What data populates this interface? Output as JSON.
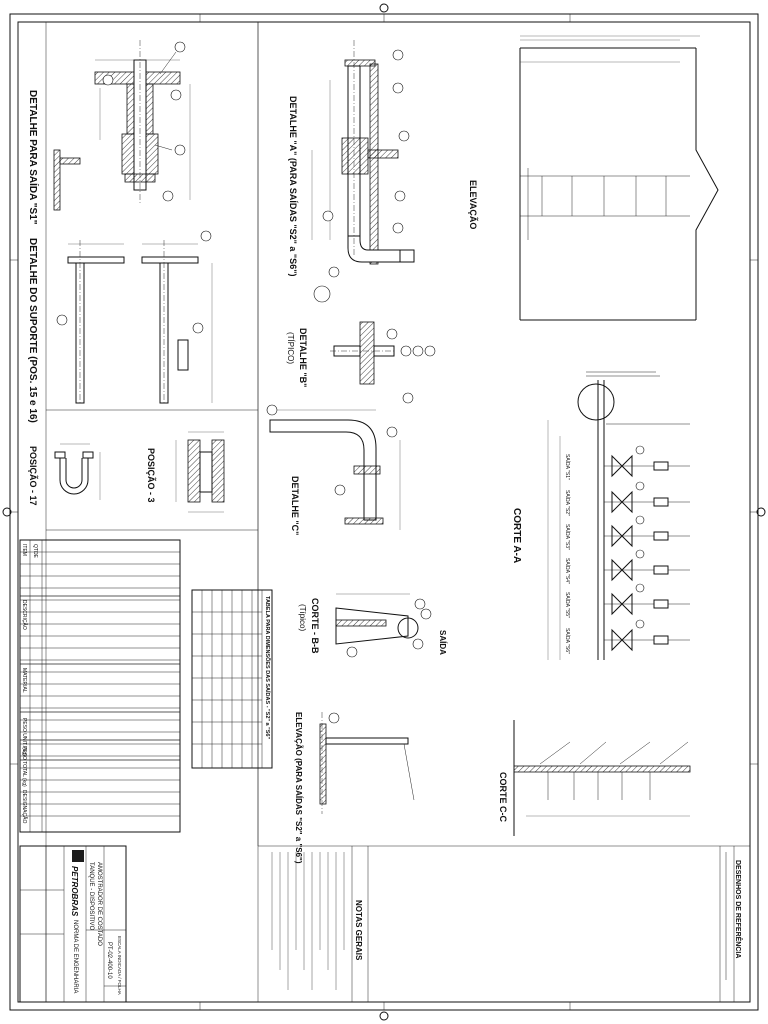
{
  "details": {
    "s1": "DETALHE PARA SAÍDA \"S1\"",
    "a": "DETALHE \"A\" (PARA SAÍDAS \"S2\" a \"S6\")",
    "elevacao": "ELEVAÇÃO",
    "suporte": "DETALHE DO SUPORTE (POS. 15 e 16)",
    "b": "DETALHE \"B\"",
    "tipico_b": "(TÍPICO)",
    "c": "DETALHE \"C\"",
    "posicao17": "POSIÇÃO - 17",
    "posicao3": "POSIÇÃO - 3",
    "corte_aa": "CORTE A-A",
    "corte_bb": "CORTE - B-B",
    "tipico_bb": "(Típico)",
    "saida": "SAÍDA",
    "elevacao_s2s6": "ELEVAÇÃO (PARA SAÍDAS \"S2\" a \"S6\")",
    "corte_cc": "CORTE C-C"
  },
  "saidas": [
    "SAÍDA \"S1\"",
    "SAÍDA \"S2\"",
    "SAÍDA \"S3\"",
    "SAÍDA \"S4\"",
    "SAÍDA \"S5\"",
    "SAÍDA \"S6\""
  ],
  "tabela_saidas": {
    "title": "TABELA PARA DIMENSÕES DAS SAÍDAS - \"S2\" a \"S6\""
  },
  "bom": {
    "headers": [
      "ITEM",
      "QTDE",
      "DESCRIÇÃO",
      "MATERIAL",
      "PESO UNIT. (kg)",
      "PESO TOTAL (kg)",
      "DESIGNAÇÃO"
    ]
  },
  "notas": {
    "title": "NOTAS GERAIS"
  },
  "referencia": {
    "title": "DESENHOS DE REFERÊNCIA"
  },
  "title_block": {
    "company": "PETROBRAS",
    "dept": "NORMA DE ENGENHARIA",
    "line1": "TANQUE - DISPOSITIVO",
    "line2": "AMOSTRADOR DE COSTADO",
    "number": "PT-02-400-10",
    "sheet_ref": "ESCALA INDICADA / FOLHA"
  },
  "colors": {
    "line": "#111111",
    "paper": "#ffffff"
  }
}
